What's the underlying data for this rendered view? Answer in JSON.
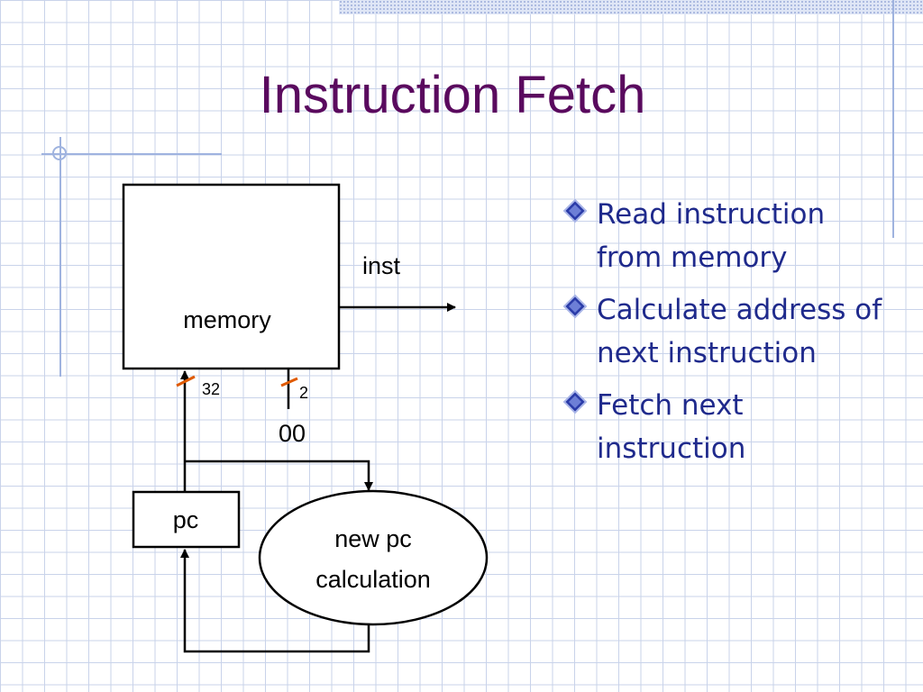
{
  "slide": {
    "title": "Instruction Fetch"
  },
  "diagram": {
    "memory_label": "memory",
    "inst_label": "inst",
    "bus_width_address": "32",
    "bus_width_low": "2",
    "low_bits_value": "00",
    "pc_label": "pc",
    "calc_line1": "new pc",
    "calc_line2": "calculation",
    "colors": {
      "line": "#000000",
      "bus_tick": "#e05a00"
    }
  },
  "bullets": [
    {
      "text": "Read instruction from memory",
      "icon": "diamond-bullet-icon"
    },
    {
      "text": "Calculate address of next instruction",
      "icon": "diamond-bullet-icon"
    },
    {
      "text": "Fetch next instruction",
      "icon": "diamond-bullet-icon"
    }
  ],
  "colors": {
    "title": "#5a0a5e",
    "bullet_text": "#1f2a8c",
    "grid": "#c9d3ea"
  }
}
